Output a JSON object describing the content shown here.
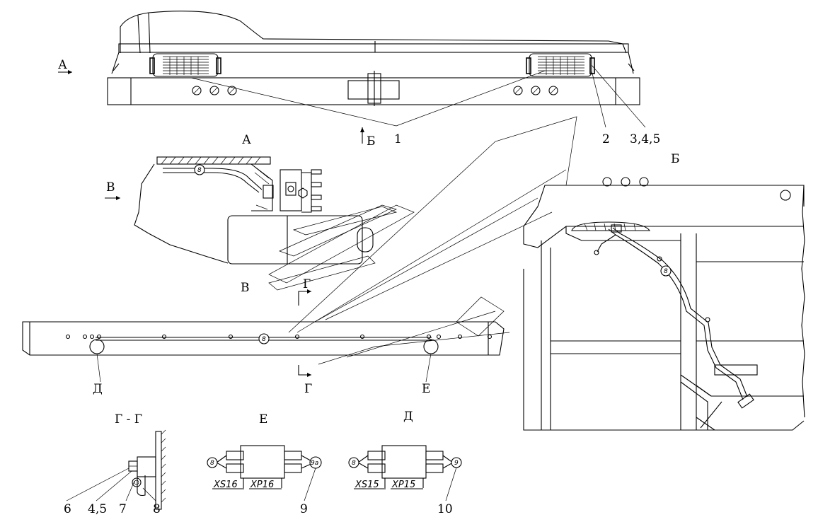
{
  "views": {
    "arrow_a": "А",
    "view_a": "А",
    "arrow_b": "Б",
    "view_b": "Б",
    "arrow_v": "В",
    "view_v": "В",
    "section_g_top": "Г",
    "section_g_bottom": "Г",
    "section_gg": "Г - Г",
    "callout_d": "Д",
    "callout_e": "Е",
    "view_e": "Е",
    "view_d": "Д"
  },
  "callouts": {
    "c1": "1",
    "c2": "2",
    "c345": "3,4,5",
    "c6": "6",
    "c45": "4,5",
    "c7": "7",
    "c8": "8",
    "c9": "9",
    "c10": "10"
  },
  "connectors": {
    "xs16": "XS16",
    "xp16": "XP16",
    "xs15": "XS15",
    "xp15": "XP15"
  },
  "wire_marks": {
    "m8": "8",
    "m9": "9",
    "m9a": "9а"
  }
}
